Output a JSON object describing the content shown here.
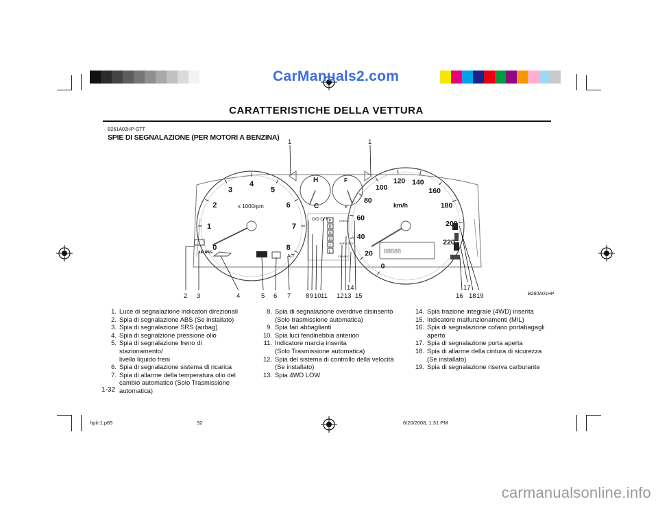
{
  "watermark_top": "CarManuals2.com",
  "header": {
    "title": "CARATTERISTICHE DELLA VETTURA"
  },
  "section": {
    "code": "B261A02HP-GTT",
    "title": "SPIE DI SEGNALAZIONE (PER MOTORI A BENZINA)"
  },
  "figure": {
    "code": "B260A01HP",
    "callouts_bottom": [
      "2",
      "3",
      "4",
      "5",
      "6",
      "7",
      "8",
      "9",
      "10",
      "11",
      "12",
      "13",
      "14",
      "15",
      "16",
      "17",
      "18",
      "19"
    ],
    "callouts_top": [
      "1",
      "1"
    ],
    "tacho_scale": [
      "0",
      "1",
      "2",
      "3",
      "4",
      "5",
      "6",
      "7",
      "8"
    ],
    "tacho_unit": "x 1000rpm",
    "speedo_scale": [
      "0",
      "20",
      "40",
      "60",
      "80",
      "100",
      "120",
      "140",
      "160",
      "180",
      "200",
      "220"
    ],
    "speedo_unit": "km/h",
    "temp_high": "H",
    "temp_low": "C",
    "fuel_full": "F",
    "fuel_empty": "E",
    "o_d_off": "O/D\nOFF",
    "check": "CHECK",
    "awd_lock": "4WD\nLOCK",
    "cruise": "CRUISE",
    "airbag": "AIR\nBAG",
    "brake": "BRAKE",
    "at_label": "A/T",
    "gear_letters": [
      "P",
      "R",
      "N",
      "D",
      "2",
      "L"
    ]
  },
  "list_col1": [
    {
      "num": "1.",
      "text": "Luce di segnalazione indicatori direzionali"
    },
    {
      "num": "2.",
      "text": "Spia di segnalazione ABS (Se installato)"
    },
    {
      "num": "3.",
      "text": "Spia di segnalazione SRS (airbag)"
    },
    {
      "num": "4.",
      "text": "Spia di segnalzione pressione olio"
    },
    {
      "num": "5.",
      "text": "Spia di segnalazione freno di stazionamento/"
    },
    {
      "num": "",
      "text": "livello liquido freni"
    },
    {
      "num": "6.",
      "text": "Spia di segnalazione sistema di ricarica"
    },
    {
      "num": "7.",
      "text": "Spia di allarme della temperatura olio del"
    },
    {
      "num": "",
      "text": "cambio automatico (Solo Trasmissione"
    },
    {
      "num": "",
      "text": "automatica)"
    }
  ],
  "list_col2": [
    {
      "num": "8.",
      "text": "Spia di segnalazione overdrive disinserito"
    },
    {
      "num": "",
      "text": "(Solo trasmissione automatica)"
    },
    {
      "num": "9.",
      "text": "Spia fari abbaglianti"
    },
    {
      "num": "10.",
      "text": "Spia luci fendinebbia anteriori"
    },
    {
      "num": "11.",
      "text": "Indicatore marcia inserita"
    },
    {
      "num": "",
      "text": "(Solo Trasmissione automatica)"
    },
    {
      "num": "12.",
      "text": "Spia del sistema di controllo della velocità"
    },
    {
      "num": "",
      "text": "(Se installato)"
    },
    {
      "num": "13.",
      "text": "Spia 4WD LOW"
    }
  ],
  "list_col3": [
    {
      "num": "14.",
      "text": "Spia trazione integrale (4WD) inserita"
    },
    {
      "num": "15.",
      "text": "Indicatore malfunzionamenti (MIL)"
    },
    {
      "num": "16.",
      "text": "Spia di segnalazione cofano portabagagli"
    },
    {
      "num": "",
      "text": "aperto"
    },
    {
      "num": "17.",
      "text": "Spia di segnalazione porta aperta"
    },
    {
      "num": "18.",
      "text": "Spia di allarme della cintura di sicurezza"
    },
    {
      "num": "",
      "text": "(Se installato)"
    },
    {
      "num": "19.",
      "text": "Spia di segnalazione riserva carburante"
    }
  ],
  "page_number": "1-32",
  "footer": {
    "file": "hpit-1.p65",
    "page": "32",
    "date": "6/20/2008, 1:31 PM"
  },
  "footer_watermark": "carmanualsonline.info",
  "colors": {
    "left_bar": [
      "#111111",
      "#2b2b2b",
      "#444444",
      "#5d5d5d",
      "#767676",
      "#8f8f8f",
      "#a8a8a8",
      "#c1c1c1",
      "#dadada",
      "#f3f3f3"
    ],
    "right_bar": [
      "#f7e600",
      "#e4007f",
      "#00a0e9",
      "#1d2088",
      "#e60012",
      "#009944",
      "#920783",
      "#f39800",
      "#ffb0d0",
      "#9fd8f0",
      "#c9c9c9"
    ]
  }
}
